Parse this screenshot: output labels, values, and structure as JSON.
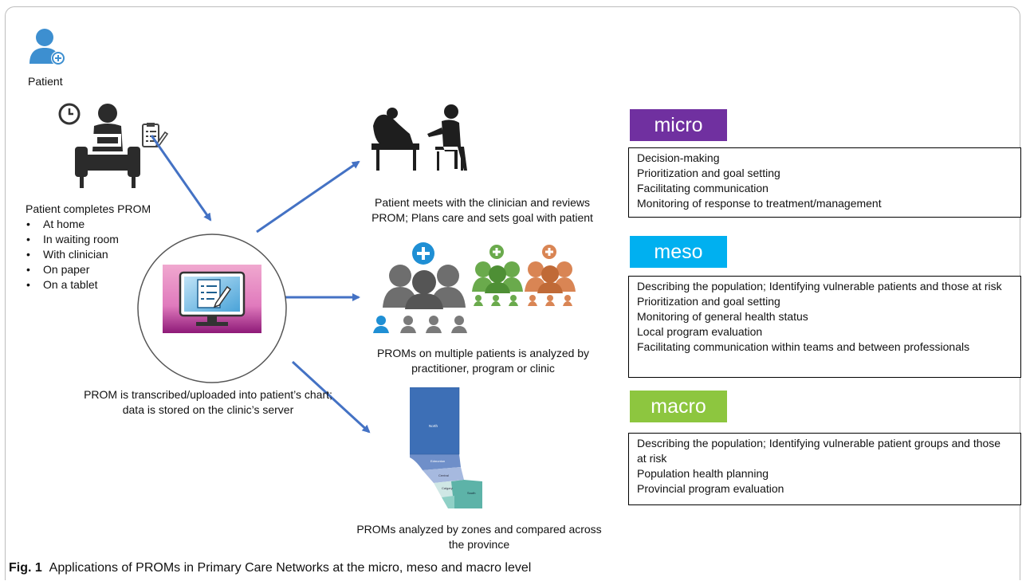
{
  "patient": {
    "label": "Patient",
    "completes_title": "Patient completes PROM",
    "settings": [
      "At home",
      "In waiting room",
      "With clinician",
      "On paper",
      "On a tablet"
    ]
  },
  "hub": {
    "text": "PROM is transcribed/uploaded into patient’s chart; data is stored on the clinic’s server"
  },
  "flows": {
    "micro_text": "Patient meets with the clinician and reviews PROM; Plans care and sets goal with patient",
    "meso_text": "PROMs on multiple patients is analyzed by practitioner, program or clinic",
    "macro_text": "PROMs  analyzed by zones and compared across the province"
  },
  "map_labels": [
    "North",
    "Edmonton",
    "Central",
    "Calgary",
    "South"
  ],
  "levels": [
    {
      "name": "micro",
      "color": "#7030a0",
      "items": [
        "Decision-making",
        "Prioritization and goal setting",
        "Facilitating communication",
        "Monitoring of response to treatment/management"
      ]
    },
    {
      "name": "meso",
      "color": "#00b0f0",
      "items": [
        "Describing the population; Identifying vulnerable patients and those at risk",
        "Prioritization and goal setting",
        "Monitoring of general health status",
        "Local program evaluation",
        "Facilitating communication within teams and between professionals"
      ]
    },
    {
      "name": "macro",
      "color": "#8dc63f",
      "items": [
        "Describing the population; Identifying vulnerable patient groups and those at risk",
        "Population health planning",
        "Provincial program evaluation"
      ]
    }
  ],
  "caption": {
    "label": "Fig. 1",
    "text": "Applications of PROMs in Primary Care Networks at the micro, meso and macro level"
  }
}
